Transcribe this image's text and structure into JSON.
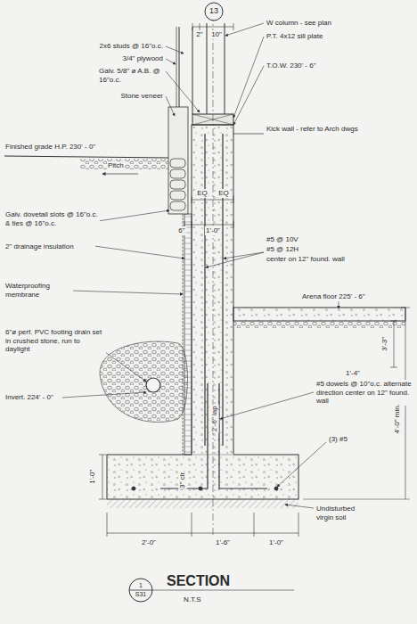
{
  "diagram": {
    "nodes": [
      {
        "text": [
          "13"
        ]
      },
      {
        "text": [
          "1",
          "S31"
        ]
      }
    ],
    "labels": [
      "2\"",
      "10\"",
      "2x6 studs @ 16\"o.c.",
      "3/4\" plywood",
      "Galv. 5/8\" ø A.B. @ 16\"o.c.",
      "Stone veneer",
      "Finished grade H.P. 230' - 0\"",
      "W column - see plan",
      "P.T. 4x12 sill plate",
      "T.O.W. 230' - 6\"",
      "Pitch",
      "Kick wall - refer to Arch dwgs",
      "EQ",
      "EQ",
      "Galv. dovetail slots @ 16\"o.c. & ties @ 16\"o.c.",
      "6\"",
      "1'-0\"",
      "2\" drainage insulation",
      "#5 @ 10V",
      "#5 @ 12H",
      "center on 12\" found. wall",
      "Waterproofing membrane",
      "Arena floor 225' - 6\"",
      "6\"ø perf. PVC footing drain set in crushed stone, run to daylight",
      "3'-3\"",
      "Invert. 224' - 0\"",
      "1'-4\"",
      "#5 dowels @ 10\"o.c. alternate direction center on 12\" found. wall",
      "2'-6\" lap",
      "4'-0\" min.",
      "(3) #5",
      "1'-0\"",
      "3\" clr.",
      "Undisturbed virgin soil",
      "2'-0\"",
      "1'-6\"",
      "1'-0\"",
      "SECTION",
      "N.T.S"
    ]
  }
}
